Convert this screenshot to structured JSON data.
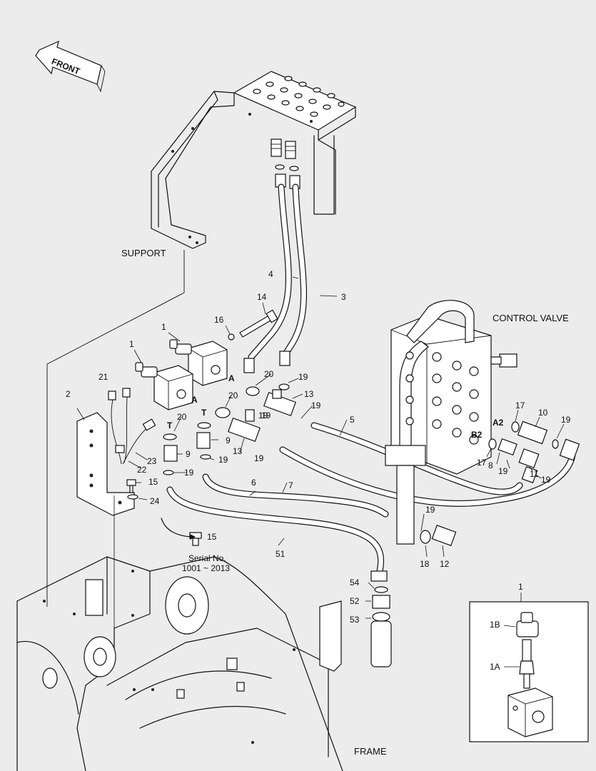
{
  "titles": {
    "support": "SUPPORT",
    "control_valve": "CONTROL VALVE",
    "frame": "FRAME",
    "front": "FRONT",
    "serial_line1": "Serial No.",
    "serial_line2": "1001 ~ 2013"
  },
  "callouts": {
    "c1a": "1",
    "c1b": "1",
    "c2": "2",
    "c3": "3",
    "c4": "4",
    "c5": "5",
    "c6": "6",
    "c7": "7",
    "c8": "8",
    "c9a": "9",
    "c9b": "9",
    "c10": "10",
    "c11": "11",
    "c12": "12",
    "c13a": "13",
    "c13b": "13",
    "c14": "14",
    "c15a": "15",
    "c15b": "15",
    "c16": "16",
    "c17a": "17",
    "c17b": "17",
    "c18": "18",
    "c19a": "19",
    "c19b": "19",
    "c19c": "19",
    "c19d": "19",
    "c19e": "19",
    "c19f": "19",
    "c19g": "19",
    "c19h": "19",
    "c19i": "19",
    "c19j": "19",
    "c19k": "19",
    "c20a": "20",
    "c20b": "20",
    "c20c": "20",
    "c21": "21",
    "c22": "22",
    "c23": "23",
    "c24": "24",
    "c51": "51",
    "c52": "52",
    "c53": "53",
    "c54": "54"
  },
  "port_labels": {
    "a1": "A",
    "a2": "A",
    "t1": "T",
    "t2": "T",
    "a2port": "A2",
    "b2port": "B2"
  },
  "inset": {
    "title": "1",
    "sub_1b": "1B",
    "sub_1a": "1A"
  }
}
